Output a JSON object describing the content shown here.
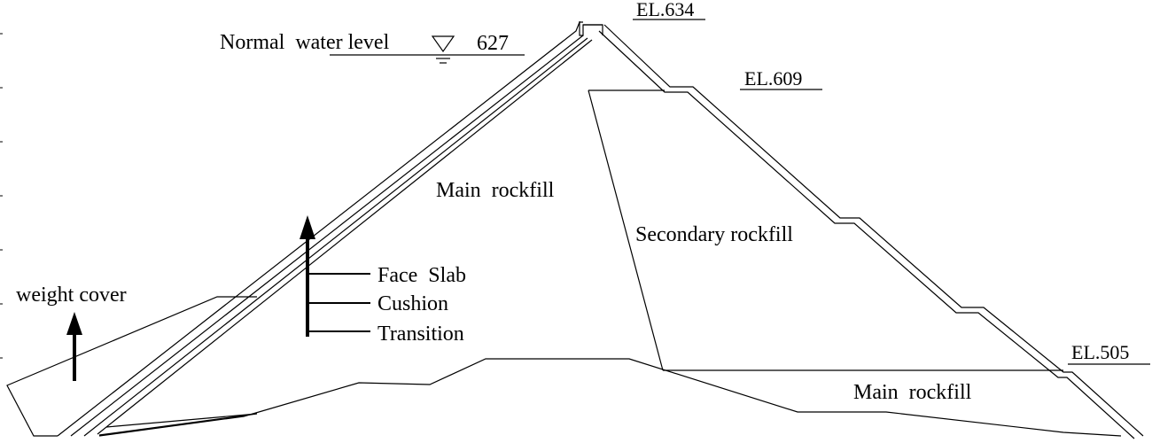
{
  "labels": {
    "normal_water_level": "Normal  water level",
    "water_level_value": "627",
    "el_634": "EL.634",
    "el_609": "EL.609",
    "el_505": "EL.505",
    "main_rockfill_upper": "Main  rockfill",
    "secondary_rockfill": "Secondary rockfill",
    "face_slab": "Face  Slab",
    "cushion": "Cushion",
    "transition": "Transition",
    "weight_cover": "weight cover",
    "main_rockfill_lower": "Main  rockfill"
  },
  "colors": {
    "line": "#000000",
    "background": "#ffffff"
  }
}
